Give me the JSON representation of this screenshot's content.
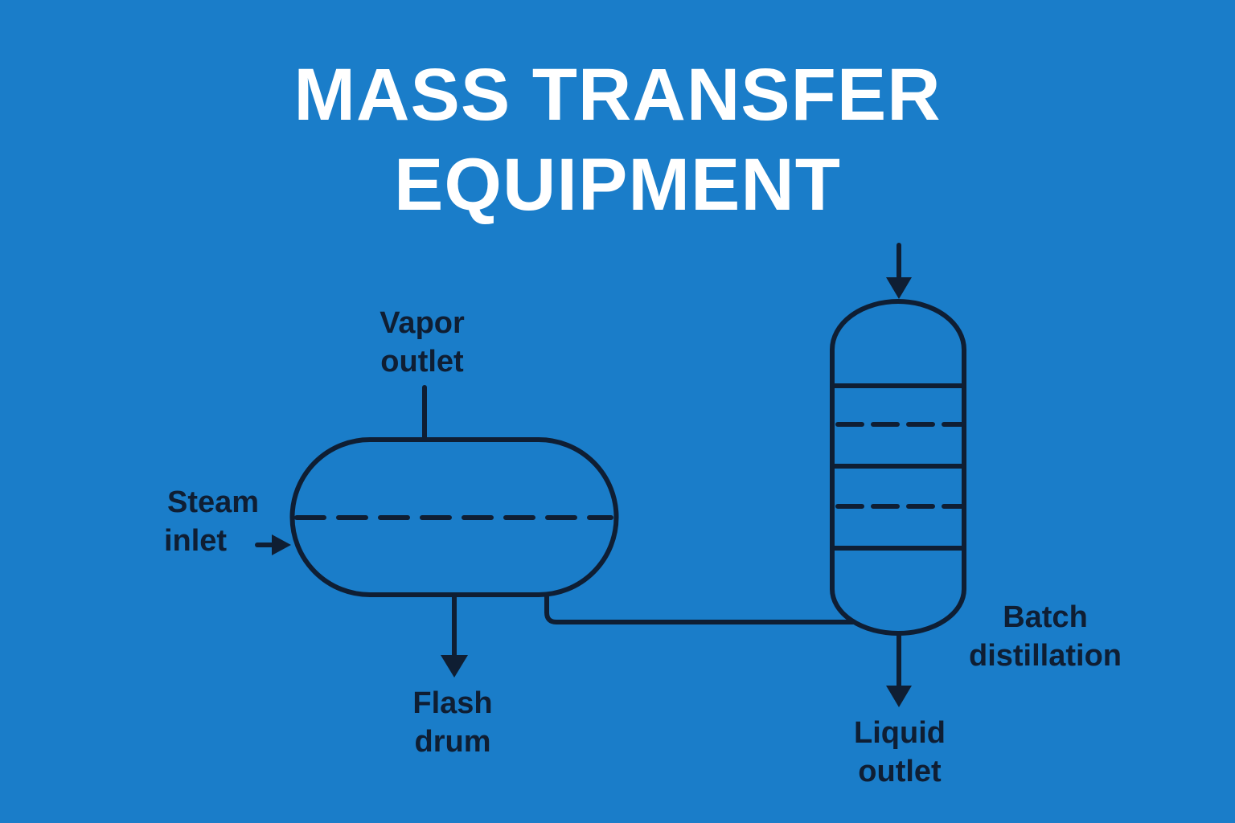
{
  "title": {
    "line1": "MASS TRANSFER",
    "line2": "EQUIPMENT"
  },
  "labels": {
    "vapor_outlet": {
      "line1": "Vapor",
      "line2": "outlet"
    },
    "steam_inlet": {
      "line1": "Steam",
      "line2": "inlet"
    },
    "flash_drum": {
      "line1": "Flash",
      "line2": "drum"
    },
    "batch_distillation": {
      "line1": "Batch",
      "line2": "distillation"
    },
    "liquid_outlet": {
      "line1": "Liquid",
      "line2": "outlet"
    }
  },
  "colors": {
    "background": "#1a7dc9",
    "title": "#ffffff",
    "line": "#0f1e33"
  }
}
